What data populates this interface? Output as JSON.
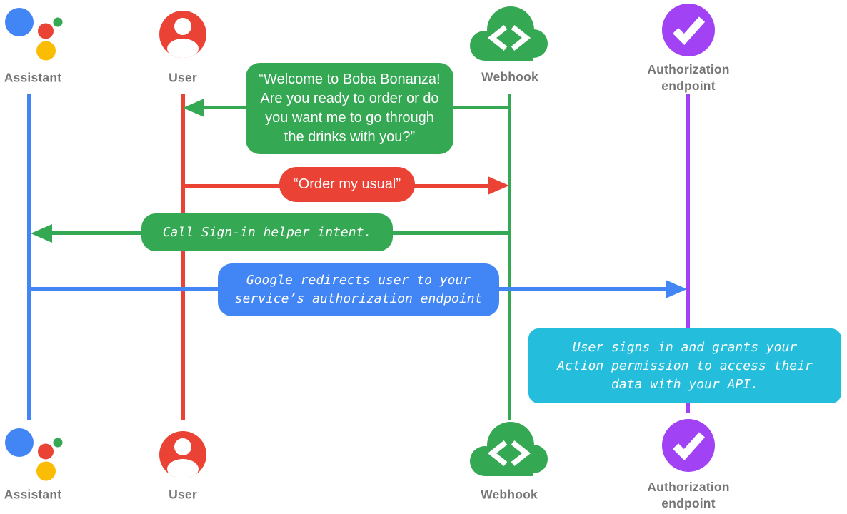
{
  "diagram": {
    "type": "sequence-diagram",
    "topic": "Google Assistant account linking sign-in flow"
  },
  "palette": {
    "blue": "#4285F4",
    "red": "#EA4335",
    "green": "#34A853",
    "yellow": "#FBBC04",
    "purple": "#A142F4",
    "cyan": "#24BEDC",
    "label_gray": "#757575"
  },
  "actors": {
    "assistant": {
      "label": "Assistant",
      "icon": "google-assistant-logo-icon",
      "lifeline_color": "#4285F4"
    },
    "user": {
      "label": "User",
      "icon": "person-icon",
      "lifeline_color": "#EA4335"
    },
    "webhook": {
      "label": "Webhook",
      "icon": "cloud-code-icon",
      "lifeline_color": "#34A853"
    },
    "authorization": {
      "label": "Authorization\nendpoint",
      "icon": "check-circle-icon",
      "lifeline_color": "#A142F4"
    }
  },
  "messages": {
    "welcome": {
      "from": "Webhook",
      "to": "User",
      "style": "speech",
      "color": "#34A853",
      "text": "“Welcome to Boba Bonanza!\nAre you ready to order or do\nyou want me to go through\nthe drinks with you?”"
    },
    "order": {
      "from": "User",
      "to": "Webhook",
      "style": "speech",
      "color": "#EA4335",
      "text": "“Order my usual”"
    },
    "sign_in": {
      "from": "Webhook",
      "to": "Assistant",
      "style": "code",
      "color": "#34A853",
      "text": "Call Sign-in helper intent."
    },
    "redirect": {
      "from": "Assistant",
      "to": "Authorization endpoint",
      "style": "code",
      "color": "#4285F4",
      "text": "Google redirects user to your\nservice’s authorization endpoint"
    },
    "grants": {
      "note_on": "Authorization endpoint",
      "style": "code",
      "color": "#24BEDC",
      "text": "User signs in and grants your\nAction permission to access their\ndata with your API."
    }
  }
}
